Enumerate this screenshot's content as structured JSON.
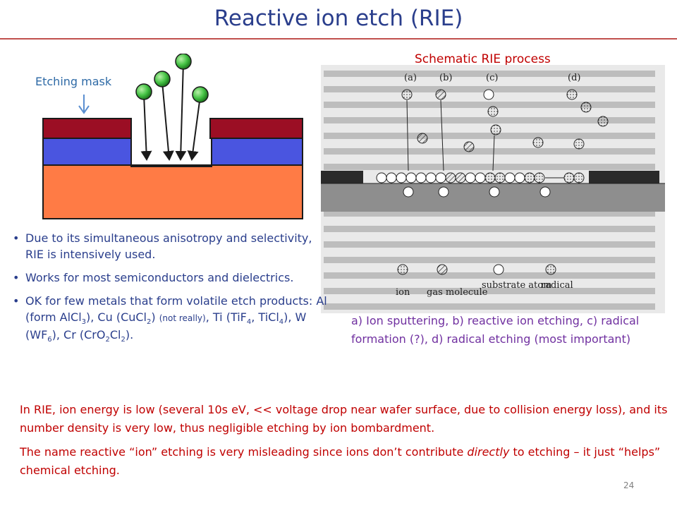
{
  "slide": {
    "title": "Reactive ion etch (RIE)",
    "page_number": "24"
  },
  "diagram": {
    "etching_mask_label": "Etching mask"
  },
  "schematic": {
    "title": "Schematic RIE process",
    "panel_labels": [
      "(a)",
      "(b)",
      "(c)",
      "(d)"
    ],
    "legend": {
      "ion": "ion",
      "gas_molecule": "gas molecule",
      "substrate_atom": "substrate atom",
      "radical": "radical"
    },
    "caption": "a) Ion sputtering, b) reactive ion etching, c) radical formation (?), d) radical etching (most important)"
  },
  "bullets": {
    "b1": "Due to its simultaneous anisotropy and selectivity, RIE is intensively used.",
    "b2": "Works for most semiconductors and dielectrics.",
    "b3": {
      "lead": "OK for few metals that form volatile etch products: Al (form AlCl",
      "al_sub": "3",
      "cu": "), Cu (CuCl",
      "cu_sub": "2",
      "cu_close": ") ",
      "not_really": "(not really)",
      "ti": ", Ti (TiF",
      "ti_sub1": "4",
      "ti_mid": ", TiCl",
      "ti_sub2": "4",
      "w": "), W (WF",
      "w_sub": "6",
      "cr": "), Cr (CrO",
      "cr_sub1": "2",
      "cr_mid": "Cl",
      "cr_sub2": "2",
      "end": ")."
    }
  },
  "paragraphs": {
    "p1": "In RIE, ion energy is low (several 10s eV, << voltage drop near wafer surface, due to collision energy loss), and its number density is very low, thus negligible etching by ion bombardment.",
    "p2_a": "The name reactive “ion” etching is very misleading since ions don’t contribute ",
    "p2_em": "directly",
    "p2_b": " to etching – it just “helps” chemical etching."
  },
  "colors": {
    "title": "#2a3e8c",
    "rule": "#c0504d",
    "red_text": "#c00000",
    "purple_text": "#7030a0",
    "mask": "#9b0e24",
    "film": "#4a55e0",
    "substrate": "#ff7b45",
    "ion_ball": "#44c244"
  }
}
